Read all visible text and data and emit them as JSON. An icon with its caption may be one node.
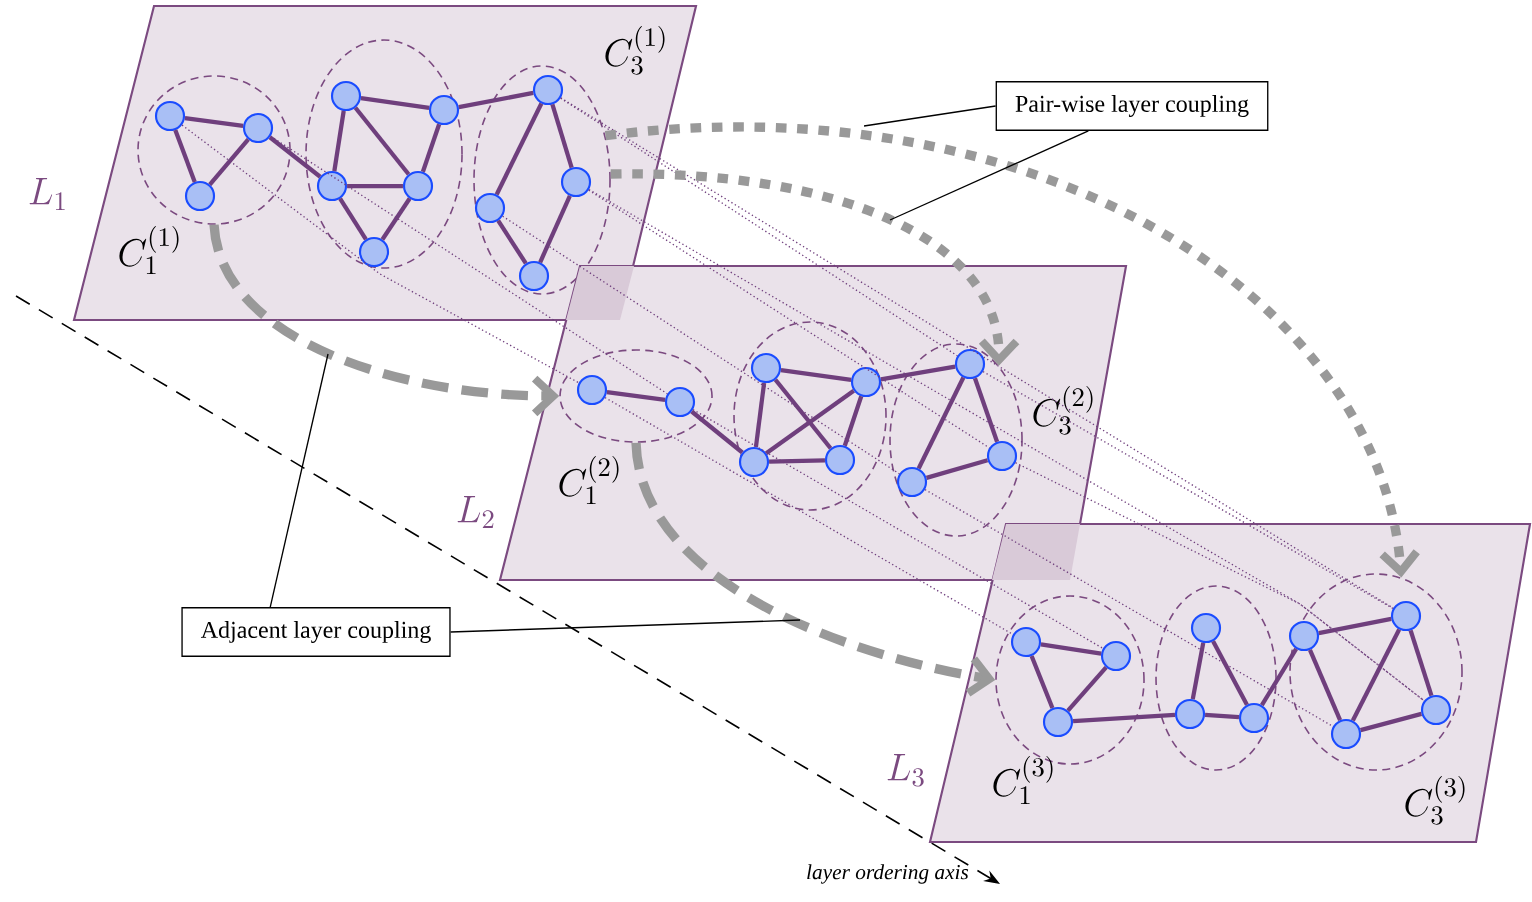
{
  "diagram": {
    "nodes": [
      {
        "text": [
          "L_1"
        ]
      },
      {
        "text": [
          "C_1^{(1)}"
        ],
        "in": 0
      },
      {
        "text": [],
        "shape": "circle",
        "in": 1
      },
      {
        "text": [],
        "shape": "circle",
        "in": 1
      },
      {
        "text": [],
        "shape": "circle",
        "in": 1
      },
      {
        "text": [],
        "shape": "ellipse",
        "in": 0
      },
      {
        "text": [],
        "shape": "circle",
        "in": 5
      },
      {
        "text": [],
        "shape": "circle",
        "in": 5
      },
      {
        "text": [],
        "shape": "circle",
        "in": 5
      },
      {
        "text": [],
        "shape": "circle",
        "in": 5
      },
      {
        "text": [],
        "shape": "circle",
        "in": 5
      },
      {
        "text": [
          "C_3^{(1)}"
        ],
        "in": 0
      },
      {
        "text": [],
        "shape": "circle",
        "in": 11
      },
      {
        "text": [],
        "shape": "circle",
        "in": 11
      },
      {
        "text": [],
        "shape": "circle",
        "in": 11
      },
      {
        "text": [],
        "shape": "circle",
        "in": 11
      },
      {
        "text": [
          "L_2"
        ]
      },
      {
        "text": [
          "C_1^{(2)}"
        ],
        "in": 16
      },
      {
        "text": [],
        "shape": "circle",
        "in": 17
      },
      {
        "text": [],
        "shape": "circle",
        "in": 17
      },
      {
        "text": [],
        "shape": "ellipse",
        "in": 16
      },
      {
        "text": [],
        "shape": "circle",
        "in": 20
      },
      {
        "text": [],
        "shape": "circle",
        "in": 20
      },
      {
        "text": [],
        "shape": "circle",
        "in": 20
      },
      {
        "text": [],
        "shape": "circle",
        "in": 20
      },
      {
        "text": [
          "C_3^{(2)}"
        ],
        "in": 16
      },
      {
        "text": [],
        "shape": "circle",
        "in": 25
      },
      {
        "text": [],
        "shape": "circle",
        "in": 25
      },
      {
        "text": [],
        "shape": "circle",
        "in": 25
      },
      {
        "text": [
          "L_3"
        ]
      },
      {
        "text": [
          "C_1^{(3)}"
        ],
        "in": 29
      },
      {
        "text": [],
        "shape": "circle",
        "in": 30
      },
      {
        "text": [],
        "shape": "circle",
        "in": 30
      },
      {
        "text": [],
        "shape": "circle",
        "in": 30
      },
      {
        "text": [],
        "shape": "ellipse",
        "in": 29
      },
      {
        "text": [],
        "shape": "circle",
        "in": 34
      },
      {
        "text": [],
        "shape": "circle",
        "in": 34
      },
      {
        "text": [],
        "shape": "circle",
        "in": 34
      },
      {
        "text": [
          "C_3^{(3)}"
        ],
        "in": 29
      },
      {
        "text": [],
        "shape": "circle",
        "in": 38
      },
      {
        "text": [],
        "shape": "circle",
        "in": 38
      },
      {
        "text": [],
        "shape": "circle",
        "in": 38
      },
      {
        "text": [],
        "shape": "circle",
        "in": 38
      },
      {
        "text": [
          "Pair-wise layer coupling"
        ]
      },
      {
        "text": [
          "Adjacent layer coupling"
        ]
      }
    ],
    "edges": [
      {
        "from": 2,
        "to": 3,
        "arrow": "none"
      },
      {
        "from": 2,
        "to": 4,
        "arrow": "none"
      },
      {
        "from": 4,
        "to": 3,
        "arrow": "none"
      },
      {
        "from": 3,
        "to": 8,
        "arrow": "none"
      },
      {
        "from": 6,
        "to": 7,
        "arrow": "none"
      },
      {
        "from": 6,
        "to": 8,
        "arrow": "none"
      },
      {
        "from": 6,
        "to": 9,
        "arrow": "none"
      },
      {
        "from": 8,
        "to": 9,
        "arrow": "none"
      },
      {
        "from": 8,
        "to": 10,
        "arrow": "none"
      },
      {
        "from": 10,
        "to": 9,
        "arrow": "none"
      },
      {
        "from": 9,
        "to": 7,
        "arrow": "none"
      },
      {
        "from": 7,
        "to": 12,
        "arrow": "none"
      },
      {
        "from": 12,
        "to": 13,
        "arrow": "none"
      },
      {
        "from": 12,
        "to": 14,
        "arrow": "none"
      },
      {
        "from": 14,
        "to": 15,
        "arrow": "none"
      },
      {
        "from": 15,
        "to": 13,
        "arrow": "none"
      },
      {
        "from": 18,
        "to": 19,
        "arrow": "none"
      },
      {
        "from": 19,
        "to": 23,
        "arrow": "none"
      },
      {
        "from": 21,
        "to": 22,
        "arrow": "none"
      },
      {
        "from": 21,
        "to": 23,
        "arrow": "none"
      },
      {
        "from": 21,
        "to": 24,
        "arrow": "none"
      },
      {
        "from": 23,
        "to": 24,
        "arrow": "none"
      },
      {
        "from": 23,
        "to": 22,
        "arrow": "none"
      },
      {
        "from": 24,
        "to": 22,
        "arrow": "none"
      },
      {
        "from": 22,
        "to": 26,
        "arrow": "none"
      },
      {
        "from": 26,
        "to": 28,
        "arrow": "none"
      },
      {
        "from": 26,
        "to": 27,
        "arrow": "none"
      },
      {
        "from": 28,
        "to": 27,
        "arrow": "none"
      },
      {
        "from": 31,
        "to": 32,
        "arrow": "none"
      },
      {
        "from": 31,
        "to": 33,
        "arrow": "none"
      },
      {
        "from": 33,
        "to": 32,
        "arrow": "none"
      },
      {
        "from": 33,
        "to": 36,
        "arrow": "none"
      },
      {
        "from": 35,
        "to": 36,
        "arrow": "none"
      },
      {
        "from": 35,
        "to": 37,
        "arrow": "none"
      },
      {
        "from": 36,
        "to": 37,
        "arrow": "none"
      },
      {
        "from": 37,
        "to": 39,
        "arrow": "none"
      },
      {
        "from": 39,
        "to": 40,
        "arrow": "none"
      },
      {
        "from": 39,
        "to": 42,
        "arrow": "none"
      },
      {
        "from": 42,
        "to": 40,
        "arrow": "none"
      },
      {
        "from": 42,
        "to": 41,
        "arrow": "none"
      },
      {
        "from": 41,
        "to": 40,
        "arrow": "none"
      },
      {
        "from": 2,
        "to": 18,
        "arrow": "none",
        "style": "dashed"
      },
      {
        "from": 3,
        "to": 19,
        "arrow": "none",
        "style": "dashed"
      },
      {
        "from": 18,
        "to": 31,
        "arrow": "none",
        "style": "dashed"
      },
      {
        "from": 19,
        "to": 32,
        "arrow": "none",
        "style": "dashed"
      },
      {
        "from": 12,
        "to": 26,
        "arrow": "none",
        "style": "dashed"
      },
      {
        "from": 13,
        "to": 27,
        "arrow": "none",
        "style": "dashed"
      },
      {
        "from": 14,
        "to": 28,
        "arrow": "none",
        "style": "dashed"
      },
      {
        "from": 26,
        "to": 40,
        "arrow": "none",
        "style": "dashed"
      },
      {
        "from": 27,
        "to": 41,
        "arrow": "none",
        "style": "dashed"
      },
      {
        "from": 28,
        "to": 42,
        "arrow": "none",
        "style": "dashed"
      },
      {
        "from": 12,
        "to": 40,
        "arrow": "none",
        "style": "dashed"
      },
      {
        "from": 13,
        "to": 41,
        "arrow": "none",
        "style": "dashed"
      },
      {
        "from": 1,
        "to": 17,
        "arrow": "to",
        "style": "dashed",
        "color": "#999999"
      },
      {
        "from": 17,
        "to": 30,
        "arrow": "to",
        "style": "dashed",
        "color": "#999999"
      },
      {
        "from": 11,
        "to": 25,
        "arrow": "to",
        "style": "dashed",
        "color": "#999999"
      },
      {
        "from": 11,
        "to": 38,
        "arrow": "to",
        "style": "dashed",
        "color": "#999999"
      },
      {
        "from": 43,
        "to": null,
        "arrow": "none",
        "color": "#000000"
      },
      {
        "from": 43,
        "to": null,
        "arrow": "none",
        "color": "#000000"
      },
      {
        "from": 44,
        "to": null,
        "arrow": "none",
        "color": "#000000"
      },
      {
        "from": 44,
        "to": null,
        "arrow": "none",
        "color": "#000000"
      }
    ],
    "labels": [
      "layer ordering axis"
    ]
  }
}
